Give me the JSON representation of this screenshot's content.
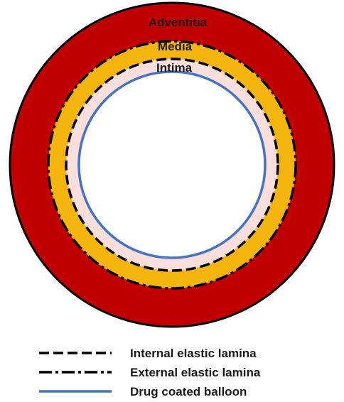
{
  "layers": {
    "adventitia": {
      "label": "Adventitia",
      "color": "#c00000"
    },
    "media": {
      "label": "Media",
      "color": "#f5b50f"
    },
    "intima": {
      "label": "Intima",
      "color": "#f9dedb"
    },
    "lumen": {
      "color": "#ffffff"
    }
  },
  "lines": {
    "outline_color": "#000000",
    "balloon_color": "#4472c4"
  },
  "legend": {
    "items": [
      {
        "label": "Internal elastic lamina",
        "style": "dashed"
      },
      {
        "label": "External elastic lamina",
        "style": "dash-dot"
      },
      {
        "label": "Drug coated balloon",
        "style": "solid-blue"
      }
    ]
  }
}
